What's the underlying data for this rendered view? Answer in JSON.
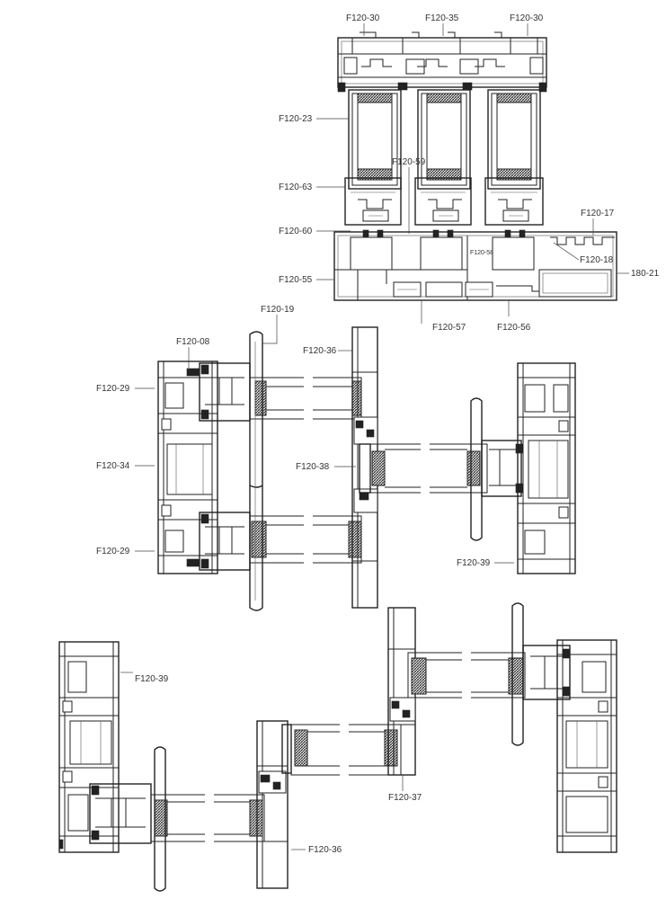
{
  "labels": {
    "top_f120_30_left": "F120-30",
    "top_f120_35": "F120-35",
    "top_f120_30_right": "F120-30",
    "f120_23": "F120-23",
    "f120_59": "F120-59",
    "f120_63": "F120-63",
    "f120_17": "F120-17",
    "f120_60": "F120-60",
    "f120_58": "F120-58",
    "f120_18": "F120-18",
    "f120_55": "F120-55",
    "code_180_21": "180-21",
    "f120_57": "F120-57",
    "f120_56": "F120-56",
    "f120_19": "F120-19",
    "f120_08": "F120-08",
    "f120_36_mid": "F120-36",
    "f120_29_upper": "F120-29",
    "f120_34": "F120-34",
    "f120_38": "F120-38",
    "f120_29_lower": "F120-29",
    "f120_39_mid": "F120-39",
    "f120_39_bottom": "F120-39",
    "f120_37": "F120-37",
    "f120_36_bottom": "F120-36"
  }
}
